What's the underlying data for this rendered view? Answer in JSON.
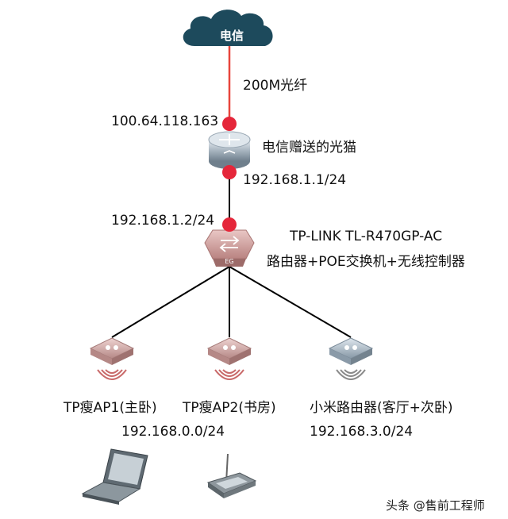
{
  "isp_cloud": {
    "label": "电信"
  },
  "fiber_link": {
    "label": "200M光纤"
  },
  "modem": {
    "name": "电信赠送的光猫",
    "wan_ip": "100.64.118.163",
    "lan_ip": "192.168.1.1/24"
  },
  "router": {
    "wan_ip": "192.168.1.2/24",
    "badge": "EG",
    "model": "TP-LINK TL-R470GP-AC",
    "roles": "路由器+POE交换机+无线控制器"
  },
  "access_points": [
    {
      "name": "TP瘦AP1(主卧)"
    },
    {
      "name": "TP瘦AP2(书房)"
    },
    {
      "name": "小米路由器(客厅+次卧)"
    }
  ],
  "subnets": {
    "ap_subnet": "192.168.0.0/24",
    "xiaomi_subnet": "192.168.3.0/24"
  },
  "watermark": "头条 @售前工程师",
  "colors": {
    "cloud": "#1d4a5c",
    "fiber": "#e8453c",
    "port_dot": "#e5263a",
    "cable": "#000000",
    "router_device": "#c98f8f",
    "ap_pink": "#d5a6a3",
    "ap_blue": "#a9b9c6"
  }
}
